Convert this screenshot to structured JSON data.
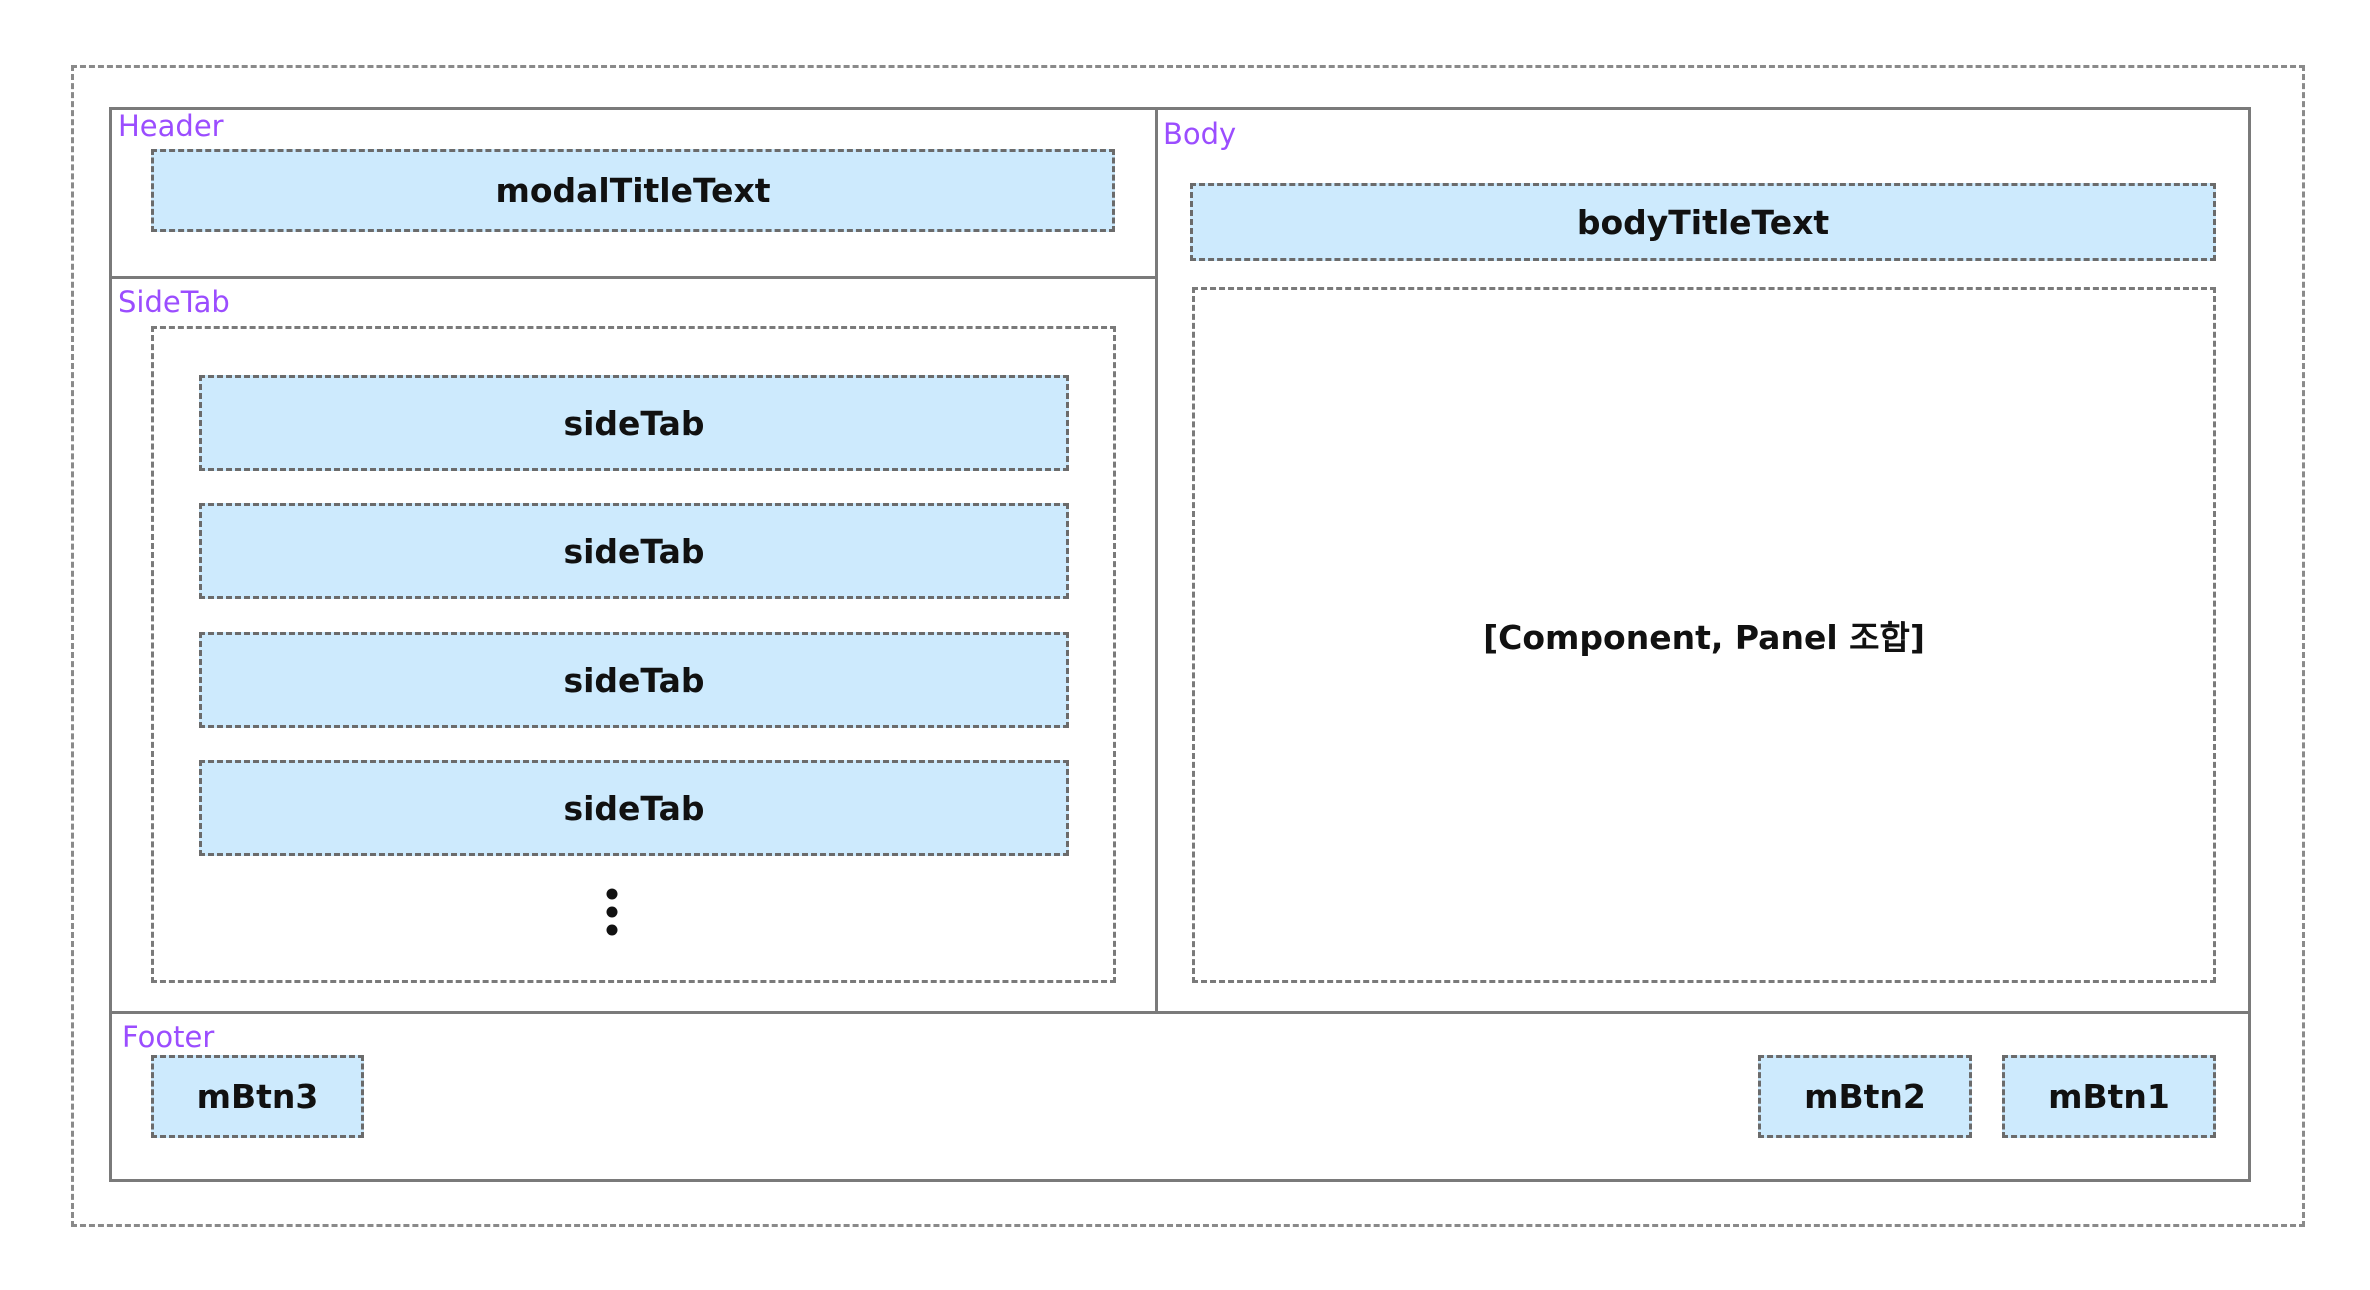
{
  "regions": {
    "header": "Header",
    "sidetab": "SideTab",
    "body": "Body",
    "footer": "Footer"
  },
  "header": {
    "title_box": "modalTitleText"
  },
  "sidetab": {
    "tabs": [
      {
        "label": "sideTab"
      },
      {
        "label": "sideTab"
      },
      {
        "label": "sideTab"
      },
      {
        "label": "sideTab"
      }
    ],
    "more_icon": "vertical-ellipsis-icon"
  },
  "body": {
    "title_box": "bodyTitleText",
    "content": "[Component, Panel 조합]"
  },
  "footer": {
    "left_button": "mBtn3",
    "right_buttons": [
      "mBtn2",
      "mBtn1"
    ]
  },
  "colors": {
    "label": "#9b4dff",
    "box_fill": "#cdeafd",
    "border": "#7a7a7a",
    "text": "#111111"
  }
}
